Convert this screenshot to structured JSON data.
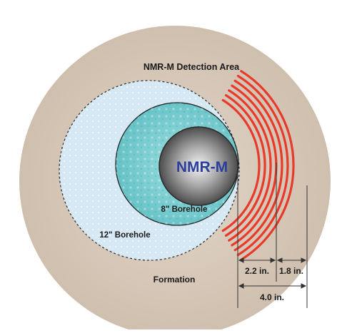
{
  "labels": {
    "detection_area": "NMR-M Detection Area",
    "tool": "NMR-M",
    "borehole_small": "8\" Borehole",
    "borehole_large": "12\" Borehole",
    "formation": "Formation",
    "dim_inner": "2.2 in.",
    "dim_outer": "1.8 in.",
    "dim_total": "4.0 in."
  },
  "colors": {
    "formation": "#d9cbbd",
    "borehole_large": "#d6e8f4",
    "borehole_small": "#7fd0d2",
    "tool": "#6f6f6f",
    "tool_text": "#2c3e9c",
    "shells": "#e83a2a"
  }
}
